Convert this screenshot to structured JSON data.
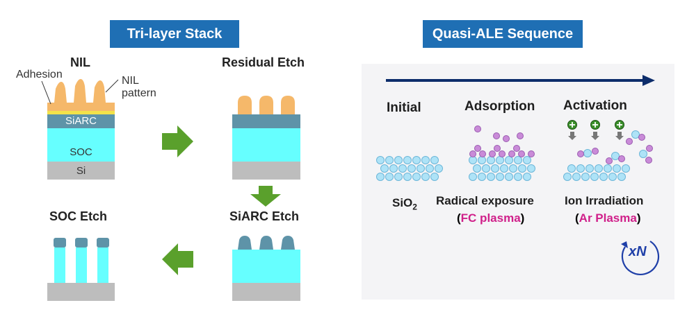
{
  "titles": {
    "left": "Tri-layer Stack",
    "right": "Quasi-ALE Sequence"
  },
  "stages": {
    "nil": "NIL",
    "residual_etch": "Residual Etch",
    "siarc_etch": "SiARC Etch",
    "soc_etch": "SOC Etch"
  },
  "labels": {
    "adhesion": "Adhesion",
    "nil_pattern_line1": "NIL",
    "nil_pattern_line2": "pattern",
    "siarc": "SiARC",
    "soc": "SOC",
    "si": "Si"
  },
  "ale": {
    "steps": [
      "Initial",
      "Adsorption",
      "Activation"
    ],
    "initial_sub": "SiO",
    "initial_sub_subscript": "2",
    "adsorption_sub": "Radical exposure",
    "adsorption_plasma_open": "(",
    "adsorption_plasma": "FC plasma",
    "adsorption_plasma_close": ")",
    "activation_sub": "Ion Irradiation",
    "activation_plasma_open": "(",
    "activation_plasma": "Ar Plasma",
    "activation_plasma_close": ")",
    "repeat": "xN"
  },
  "colors": {
    "title_bg": "#1f6fb4",
    "resist": "#f5b86a",
    "adhesion": "#f2e24a",
    "siarc": "#5e93a8",
    "soc": "#66ffff",
    "si": "#bdbdbd",
    "arrow_green": "#5aa02c",
    "timeline": "#0d2d6b",
    "atom": "#aee3f7",
    "radical": "#c98bd8",
    "ion": "#3a8f2a",
    "plasma_text": "#d0208a"
  }
}
